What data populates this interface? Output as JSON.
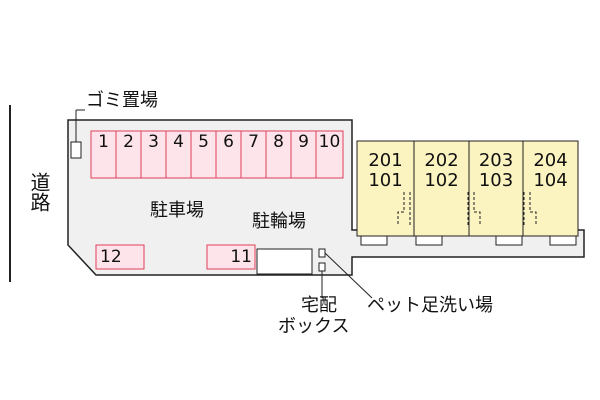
{
  "map": {
    "road_label": "道路",
    "garbage_label": "ゴミ置場",
    "parking_label": "駐車場",
    "bicycle_label": "駐輪場",
    "delivery_box_label_line1": "宅配",
    "delivery_box_label_line2": "ボックス",
    "pet_wash_label": "ペット足洗い場",
    "parking_stalls_top": [
      "1",
      "2",
      "3",
      "4",
      "5",
      "6",
      "7",
      "8",
      "9",
      "10"
    ],
    "parking_stall_11": "11",
    "parking_stall_12": "12",
    "units": [
      {
        "upper": "201",
        "lower": "101"
      },
      {
        "upper": "202",
        "lower": "102"
      },
      {
        "upper": "203",
        "lower": "103"
      },
      {
        "upper": "204",
        "lower": "104"
      }
    ],
    "colors": {
      "lot_fill": "#f0f0f0",
      "stall_fill": "#fde4ea",
      "stall_stroke": "#e0405a",
      "building_fill": "#fbf3c0",
      "outline": "#222222"
    }
  }
}
